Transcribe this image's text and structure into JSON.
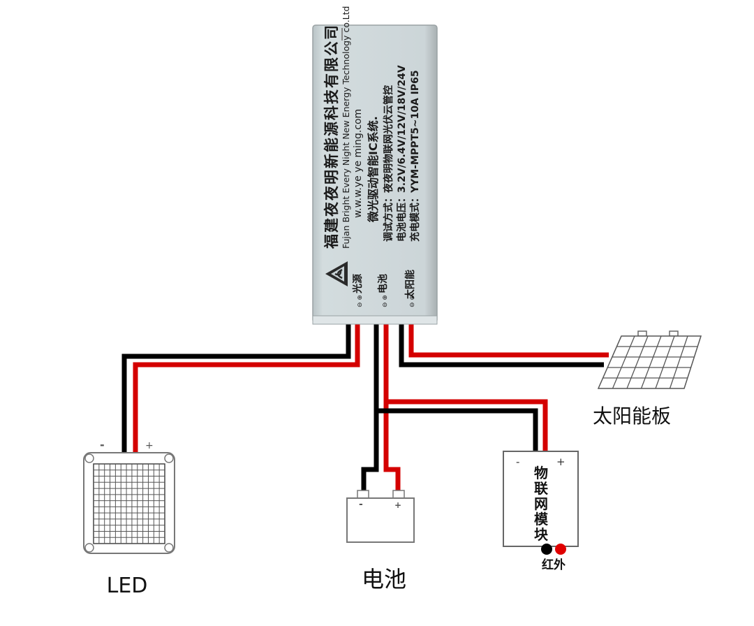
{
  "controller": {
    "company_cn": "福建夜夜明新能源科技有限公司",
    "company_en": "Fujan Bright Every Night New Energy Technology co.Ltd",
    "website": "w.w.w.ye ye ming.com",
    "slogan": "微光驱动智能IC系统.",
    "debug_mode": "调试方式：夜夜明物联网光伏云管控",
    "battery_voltage": "电池电压：3.2V/6.4V/12V/18V/24V",
    "charge_mode": "充电模式：YYM-MPPT5~10A  IP65",
    "terminals": [
      {
        "label": "光源",
        "symbols": "⊖ ⊕"
      },
      {
        "label": "电池",
        "symbols": "⊖ ⊕"
      },
      {
        "label": "太阳能",
        "symbols": "⊖ ⊕"
      }
    ]
  },
  "components": {
    "led": {
      "label": "LED",
      "minus": "-",
      "plus": "+"
    },
    "battery": {
      "label": "电池",
      "minus": "-",
      "plus": "+"
    },
    "solar_panel": {
      "label": "太阳能板"
    },
    "iot_module": {
      "label": "物联网模块",
      "minus": "-",
      "plus": "+",
      "ir_label": "红外"
    }
  },
  "colors": {
    "wire_positive": "#d40000",
    "wire_negative": "#000000",
    "controller_body": "#c9d3d6",
    "outline": "#6e6e6e"
  }
}
